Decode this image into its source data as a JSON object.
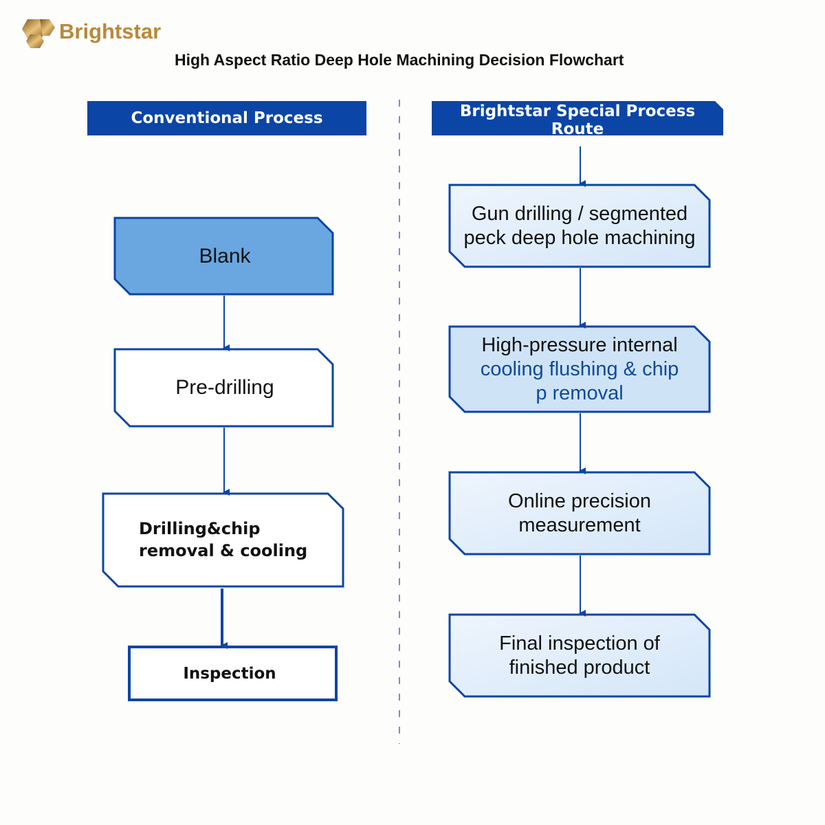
{
  "brand": {
    "name": "Brightstar",
    "colors": {
      "gold": "#b8893a",
      "blue": "#0b45a6",
      "light_blue": "#6aa6e0",
      "pale_blue": "#d6e7f8"
    }
  },
  "title": "High Aspect Ratio Deep Hole Machining Decision Flowchart",
  "left": {
    "header": "Conventional Process",
    "steps": [
      "Blank",
      "Pre-drilling",
      "Drilling&chip removal & cooling",
      "Inspection"
    ]
  },
  "right": {
    "header": "Brightstar Special Process Route",
    "steps": [
      {
        "line1": "Gun drilling / segmented",
        "line2": "peck deep hole machining"
      },
      {
        "line1": "High-pressure internal",
        "line2": "cooling flushing & chip",
        "line3": "p removal"
      },
      {
        "line1": "Online precision",
        "line2": "measurement"
      },
      {
        "line1": "Final inspection of",
        "line2": "finished product"
      }
    ]
  }
}
